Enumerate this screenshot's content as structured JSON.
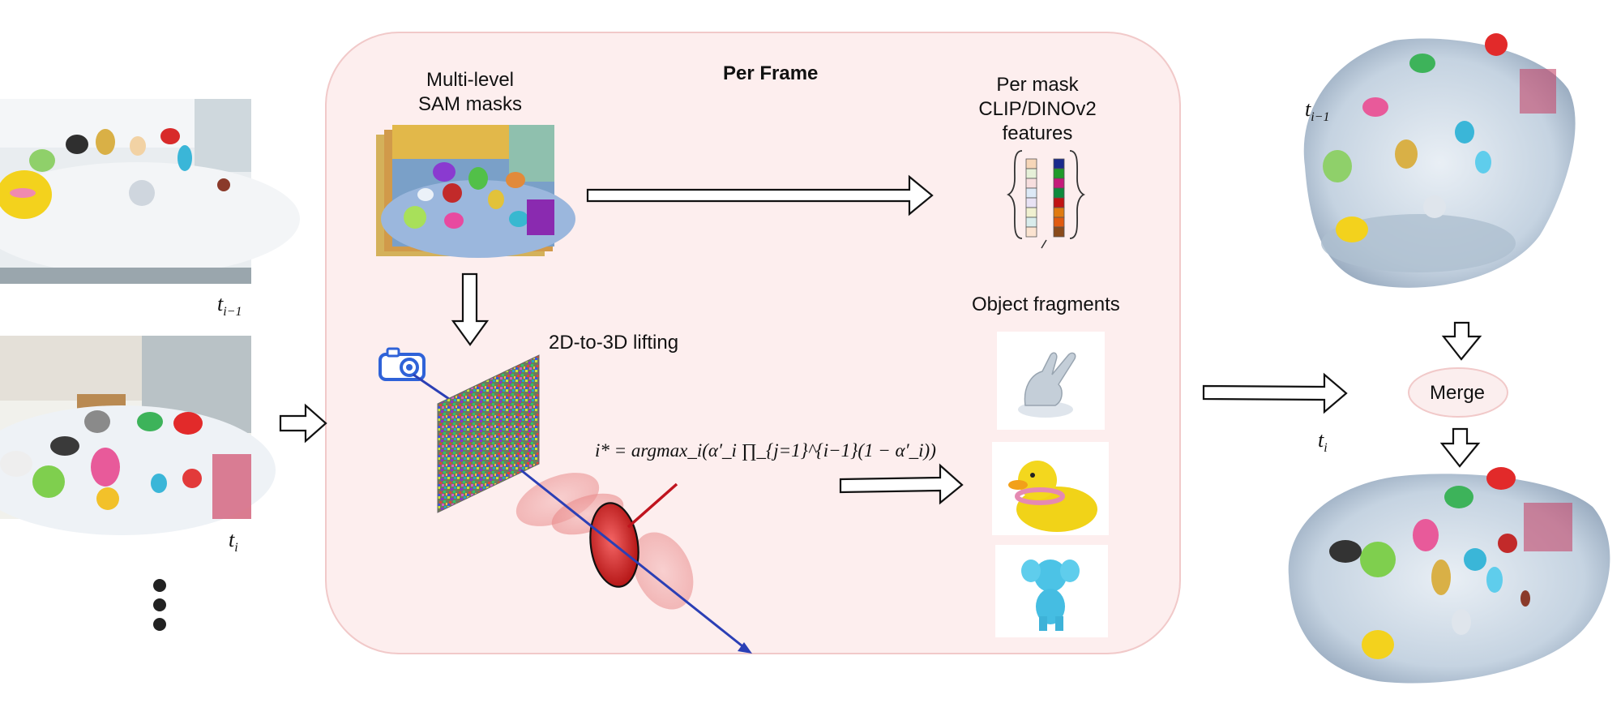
{
  "per_frame": {
    "title": "Per Frame"
  },
  "input_frames": {
    "prev_label_base": "t",
    "prev_label_sub": "i−1",
    "curr_label_base": "t",
    "curr_label_sub": "i"
  },
  "sam": {
    "line1": "Multi-level",
    "line2": "SAM masks"
  },
  "features": {
    "line1": "Per mask",
    "line2": "CLIP/DINOv2",
    "line3": "features"
  },
  "lifting": {
    "label": "2D-to-3D lifting"
  },
  "formula": {
    "text": "i* = argmax_i(α′_i ∏_{j=1}^{i−1}(1 − α′_i))"
  },
  "fragments": {
    "label": "Object fragments"
  },
  "merge": {
    "label": "Merge"
  },
  "output": {
    "prev_label_base": "t",
    "prev_label_sub": "i−1",
    "curr_label_base": "t",
    "curr_label_sub": "i"
  },
  "colors": {
    "panel_fill": "#fdeeee",
    "panel_stroke": "#f1c9c9",
    "ray_blue": "#2b3fb5",
    "ray_red": "#c0141e",
    "camera_blue": "#2f62d8",
    "merge_fill": "#fbeeee"
  },
  "feature_colors_left": [
    "#f6d6b8",
    "#e6f0d8",
    "#f7dede",
    "#dde9f6",
    "#e8e2f4",
    "#f0f0d0",
    "#d9ecec",
    "#fbe3d0"
  ],
  "feature_colors_right": [
    "#1a2a8c",
    "#1f9a2a",
    "#c41a7a",
    "#0e8a3c",
    "#c01313",
    "#e07a10",
    "#e05a10",
    "#8a4a1a"
  ]
}
